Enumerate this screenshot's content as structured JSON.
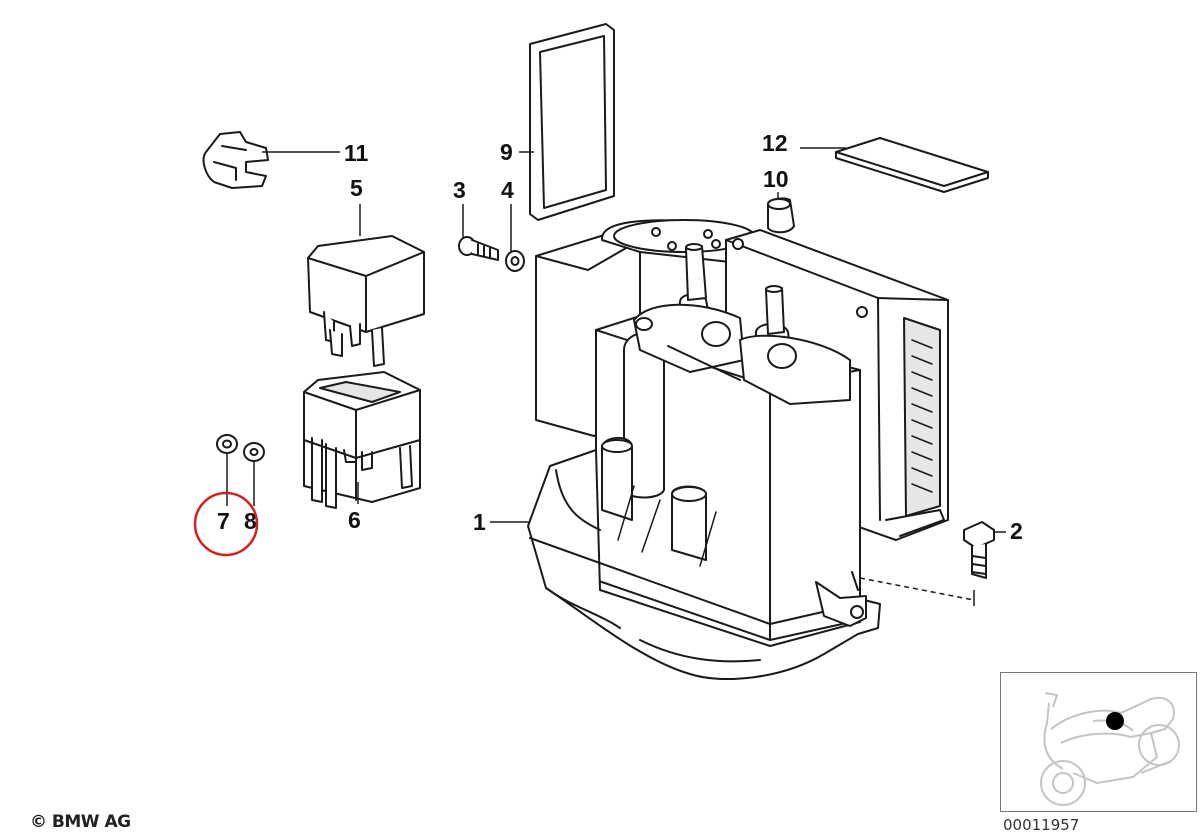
{
  "callouts": {
    "c1": "1",
    "c2": "2",
    "c3": "3",
    "c4": "4",
    "c5": "5",
    "c6": "6",
    "c7": "7",
    "c8": "8",
    "c9": "9",
    "c10": "10",
    "c11": "11",
    "c12": "12"
  },
  "highlight": {
    "target": "7",
    "color": "#d62020"
  },
  "footer": {
    "copyright": "© BMW AG",
    "drawing_number": "00011957"
  },
  "colors": {
    "line": "#1a1a1a",
    "fill": "#ffffff",
    "shade": "#e6e6e6"
  }
}
